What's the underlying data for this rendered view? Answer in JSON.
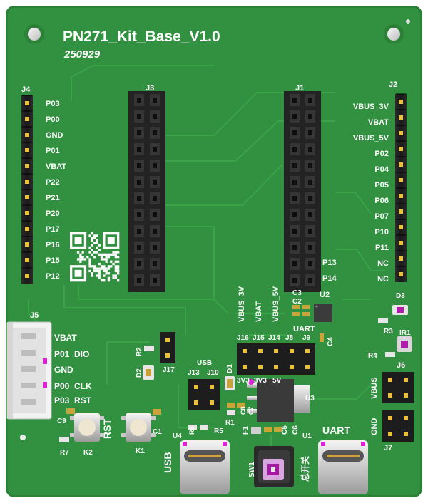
{
  "board": {
    "title": "PN271_Kit_Base_V1.0",
    "date": "250929",
    "colors": {
      "pcb": "#2f8a3a",
      "pcb_dark": "#226b2c",
      "trace": "#3aa046",
      "header": "#1e1e1e",
      "pin_gold": "#e9c23a",
      "silk": "#ffffff",
      "magenta": "#e020d8"
    }
  },
  "headers": {
    "j4": {
      "ref": "J4",
      "labels": [
        "P03",
        "P00",
        "GND",
        "P01",
        "VBAT",
        "P22",
        "P21",
        "P20",
        "P17",
        "P16",
        "P15",
        "P12"
      ]
    },
    "j2": {
      "ref": "J2",
      "labels": [
        "VBUS_3V",
        "VBAT",
        "VBUS_5V",
        "P02",
        "P04",
        "P05",
        "P06",
        "P07",
        "P10",
        "P11",
        "NC",
        "NC"
      ]
    },
    "j3": {
      "ref": "J3"
    },
    "j1": {
      "ref": "J1",
      "labels": [
        "P13",
        "P14"
      ]
    }
  },
  "j5": {
    "ref": "J5",
    "labels": [
      "VBAT",
      "P01",
      "GND",
      "P00",
      "P03"
    ],
    "func": [
      "DIO",
      "CLK",
      "RST"
    ]
  },
  "power_labels": {
    "vbus_3v": "VBUS_3V",
    "vbat": "VBAT",
    "vbus_5v": "VBUS_5V",
    "uart": "UART",
    "c3v3a": "3V3",
    "c3v3b": "3V3",
    "c5v": "5V"
  },
  "refs": {
    "c3": "C3",
    "c2": "C2",
    "u2": "U2",
    "c4": "C4",
    "d3": "D3",
    "r3": "R3",
    "ir1": "IR1",
    "r4": "R4",
    "j6": "J6",
    "vbus": "VBUS",
    "gnd": "GND",
    "j7": "J7",
    "j16": "J16",
    "j15": "J15",
    "j14": "J14",
    "j8": "J8",
    "j9": "J9",
    "r2": "R2",
    "d2": "D2",
    "j17": "J17",
    "usb": "USB",
    "j13": "J13",
    "j10": "J10",
    "d1": "D1",
    "c8": "C8",
    "c7": "C7",
    "r1": "R1",
    "r6": "R6",
    "r5": "R5",
    "f1": "F1",
    "c5": "C5",
    "c6": "C6",
    "u1": "U1",
    "u3": "U3",
    "u4": "U4",
    "c9": "C9",
    "r7": "R7",
    "k2": "K2",
    "k1": "K1",
    "c1": "C1",
    "rst": "RST",
    "usb_big": "USB",
    "uart_big": "UART",
    "sw1": "SW1",
    "switch": "总开关"
  }
}
